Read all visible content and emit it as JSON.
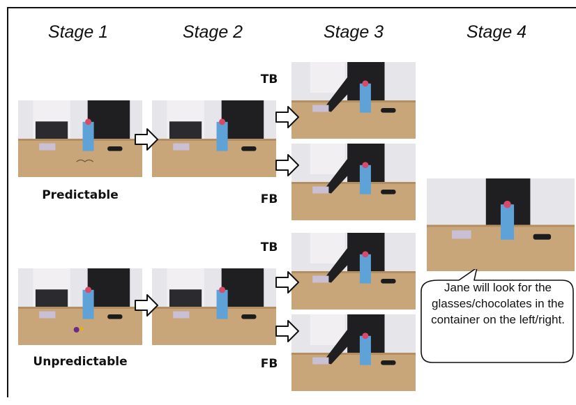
{
  "stages": [
    "Stage 1",
    "Stage 2",
    "Stage 3",
    "Stage 4"
  ],
  "conditions": [
    "Predictable",
    "Unpredictable"
  ],
  "belief_labels": {
    "true_belief": "TB",
    "false_belief": "FB"
  },
  "callout_text": "Jane will look for the glasses/chocolates in the container on the left/right.",
  "colors": {
    "wall": "#e6e5ea",
    "table": "#c9a679",
    "sweater_white": "#f2eff3",
    "sweater_black": "#1f1f22",
    "box_blue": "#5ea2d8",
    "arrow_stroke": "#111111"
  }
}
